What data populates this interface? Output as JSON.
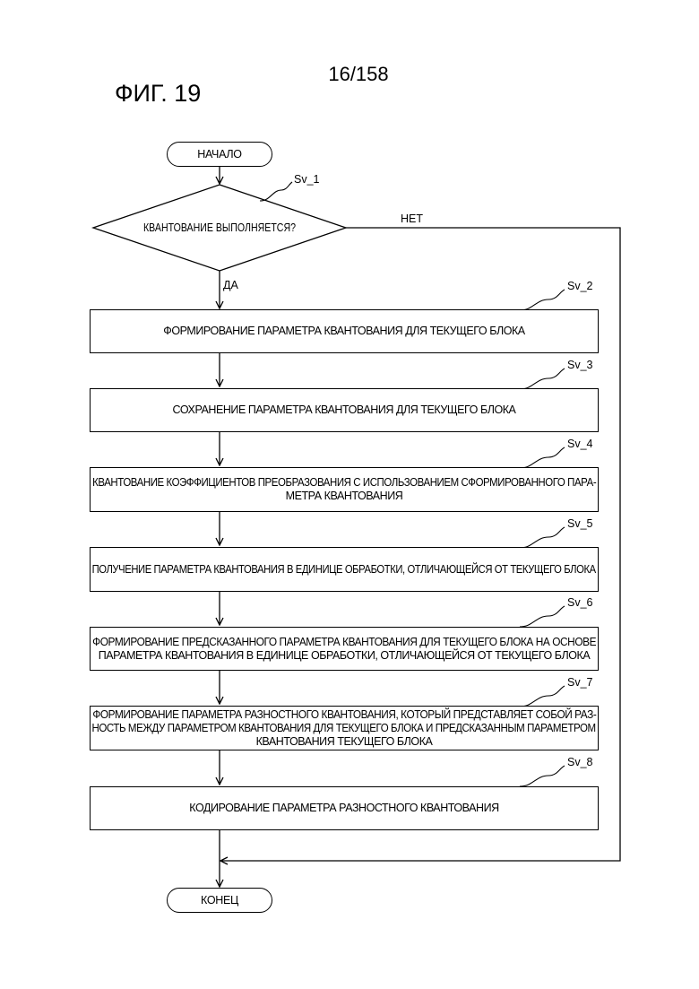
{
  "header": {
    "page_number": "16/158",
    "figure_title": "ФИГ. 19"
  },
  "flowchart": {
    "start": "НАЧАЛО",
    "end": "КОНЕЦ",
    "decision": {
      "id": "Sv_1",
      "text": "КВАНТОВАНИЕ ВЫПОЛНЯЕТСЯ?",
      "yes_label": "ДА",
      "no_label": "НЕТ"
    },
    "steps": [
      {
        "id": "Sv_2",
        "lines": [
          "ФОРМИРОВАНИЕ ПАРАМЕТРА КВАНТОВАНИЯ ДЛЯ ТЕКУЩЕГО БЛОКА"
        ]
      },
      {
        "id": "Sv_3",
        "lines": [
          "СОХРАНЕНИЕ ПАРАМЕТРА КВАНТОВАНИЯ ДЛЯ ТЕКУЩЕГО БЛОКА"
        ]
      },
      {
        "id": "Sv_4",
        "lines": [
          "КВАНТОВАНИЕ КОЭФФИЦИЕНТОВ ПРЕОБРАЗОВАНИЯ С ИСПОЛЬЗОВАНИЕМ СФОРМИРОВАННОГО ПАРА-",
          "МЕТРА КВАНТОВАНИЯ"
        ]
      },
      {
        "id": "Sv_5",
        "lines": [
          "ПОЛУЧЕНИЕ ПАРАМЕТРА КВАНТОВАНИЯ В ЕДИНИЦЕ ОБРАБОТКИ, ОТЛИЧАЮЩЕЙСЯ ОТ ТЕКУЩЕГО БЛОКА"
        ]
      },
      {
        "id": "Sv_6",
        "lines": [
          "ФОРМИРОВАНИЕ ПРЕДСКАЗАННОГО ПАРАМЕТРА КВАНТОВАНИЯ ДЛЯ ТЕКУЩЕГО БЛОКА НА ОСНОВЕ",
          "ПАРАМЕТРА КВАНТОВАНИЯ В ЕДИНИЦЕ ОБРАБОТКИ, ОТЛИЧАЮЩЕЙСЯ ОТ ТЕКУЩЕГО БЛОКА"
        ]
      },
      {
        "id": "Sv_7",
        "lines": [
          "ФОРМИРОВАНИЕ ПАРАМЕТРА РАЗНОСТНОГО КВАНТОВАНИЯ, КОТОРЫЙ ПРЕДСТАВЛЯЕТ СОБОЙ РАЗ-",
          "НОСТЬ МЕЖДУ ПАРАМЕТРОМ КВАНТОВАНИЯ ДЛЯ ТЕКУЩЕГО БЛОКА И ПРЕДСКАЗАННЫМ ПАРАМЕТРОМ",
          "КВАНТОВАНИЯ ТЕКУЩЕГО БЛОКА"
        ]
      },
      {
        "id": "Sv_8",
        "lines": [
          "КОДИРОВАНИЕ ПАРАМЕТРА РАЗНОСТНОГО КВАНТОВАНИЯ"
        ]
      }
    ]
  }
}
